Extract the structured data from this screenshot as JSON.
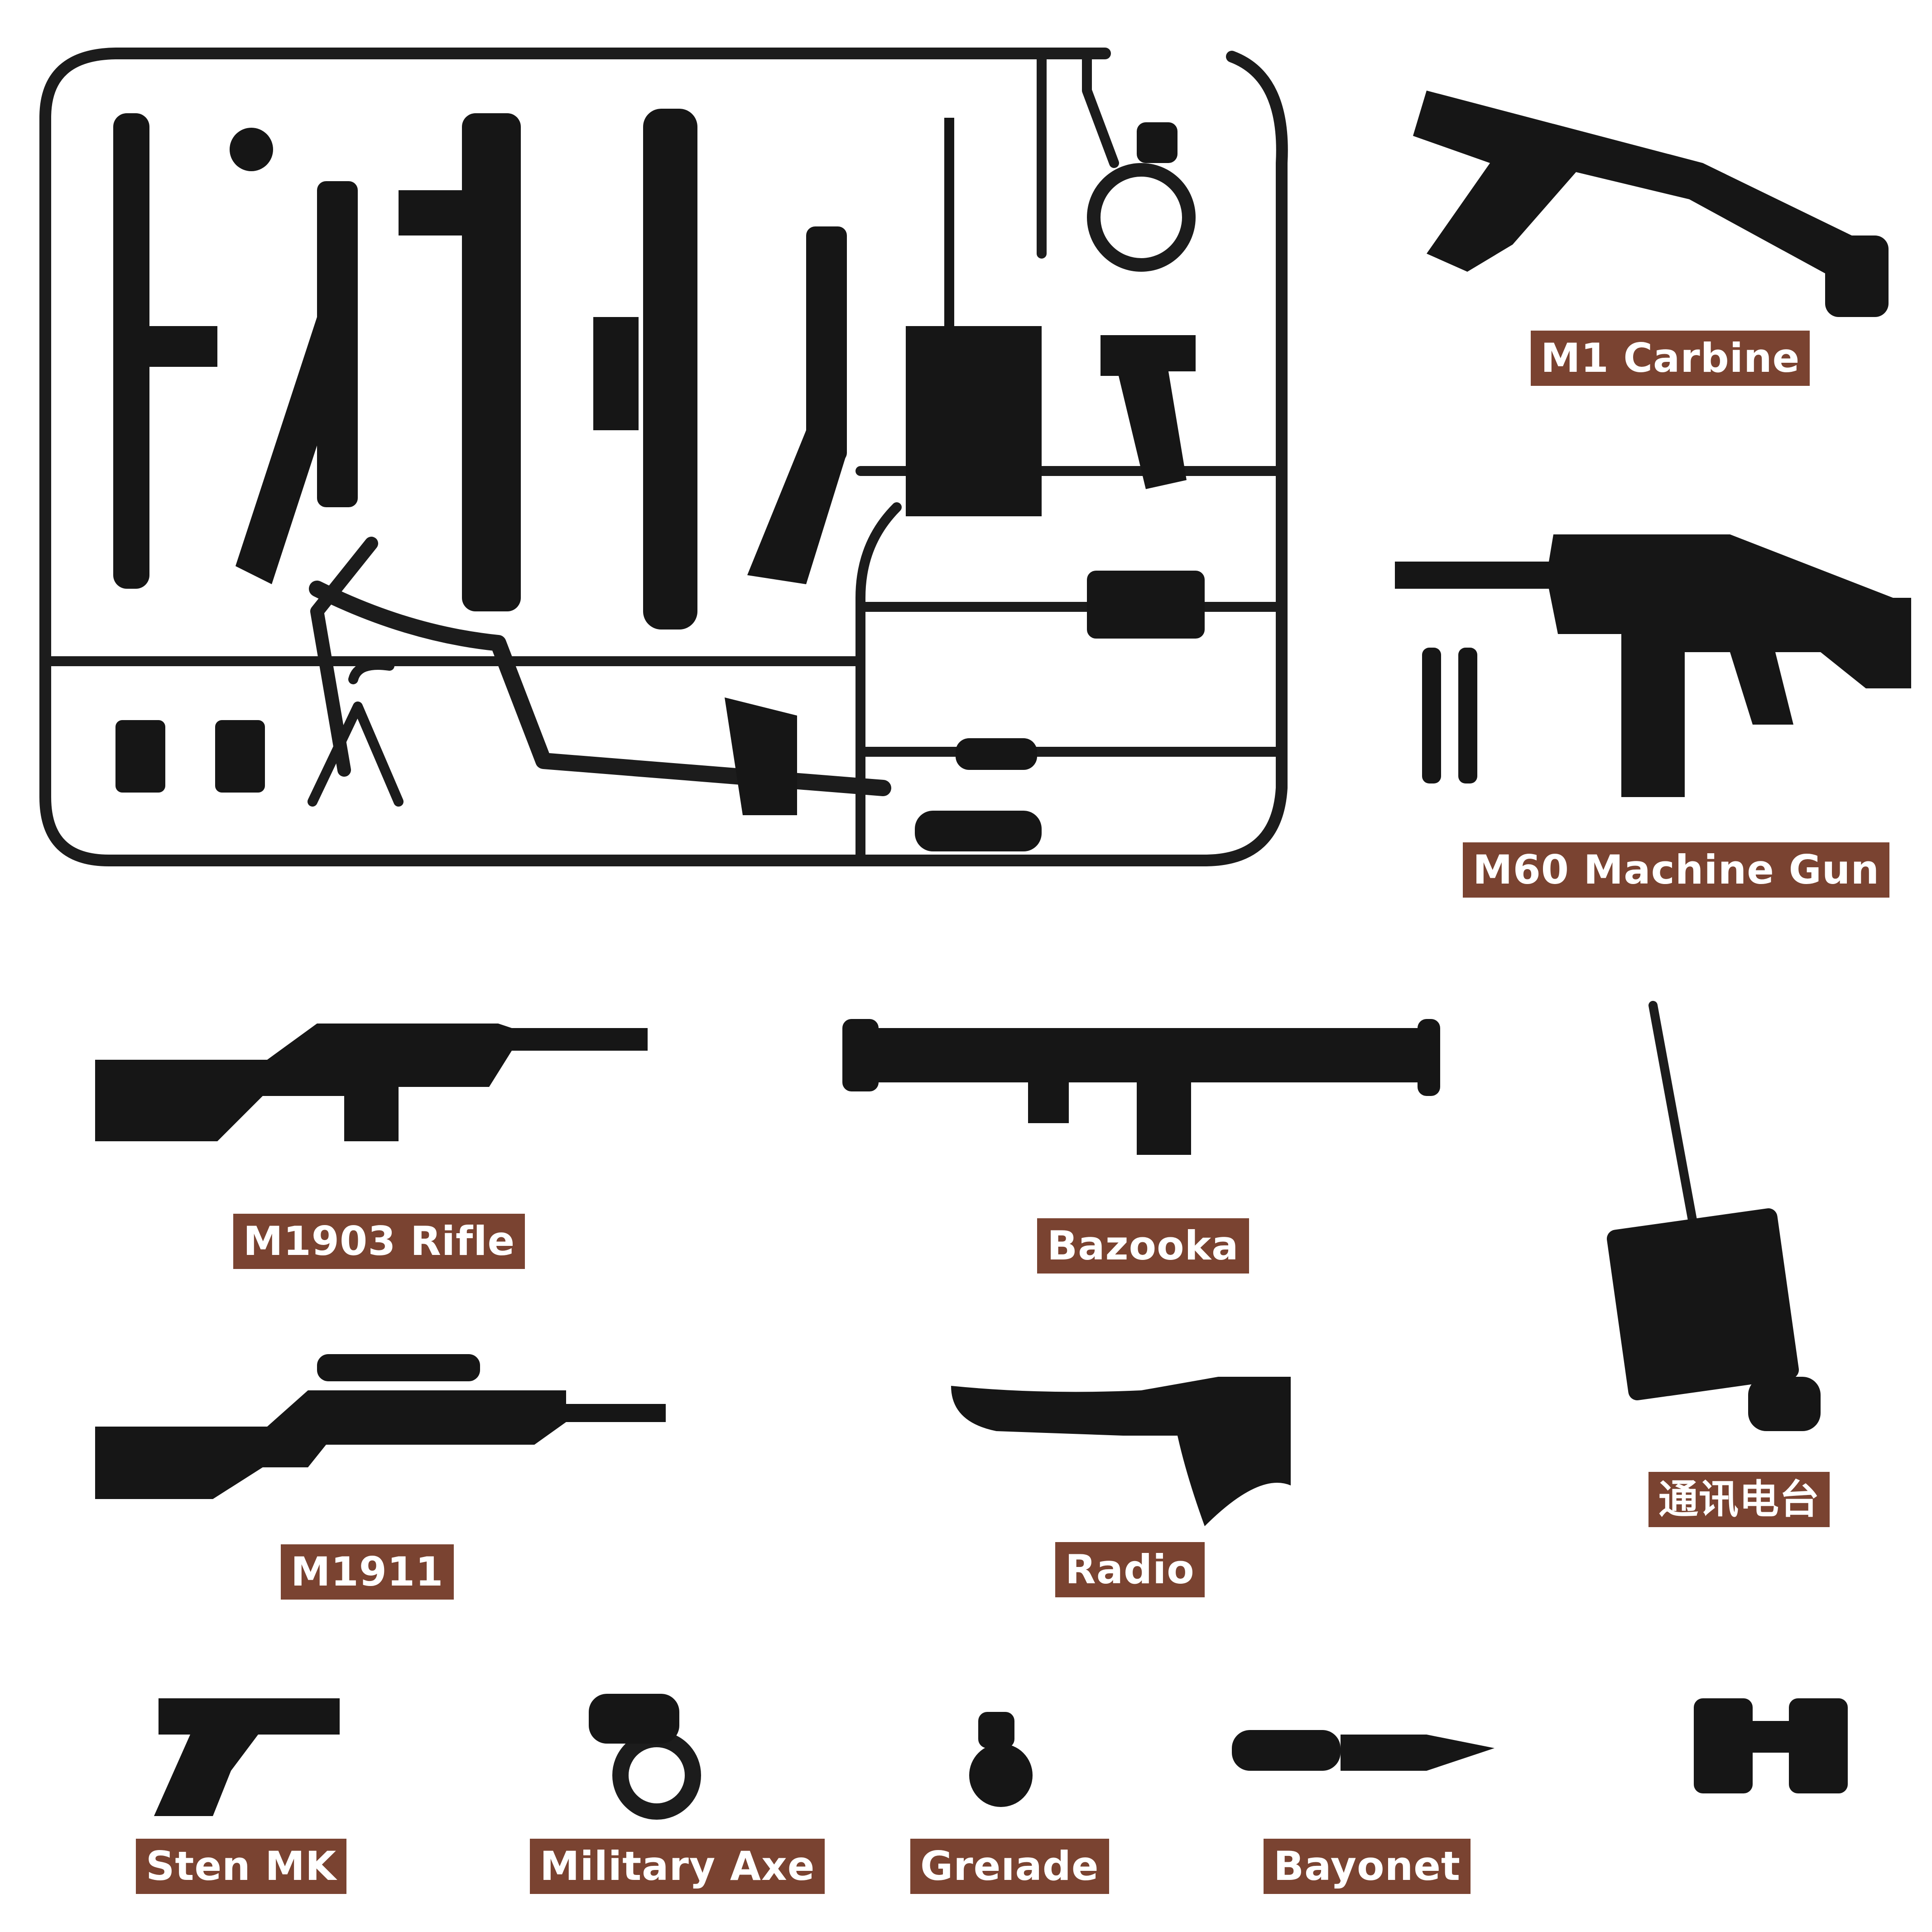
{
  "colors": {
    "background": "#ffffff",
    "label_background": "#7a4331",
    "label_text": "#ffffff",
    "parts": "#161616"
  },
  "labels": {
    "m1_carbine": "M1 Carbine",
    "m60_machine_gun": "M60 Machine Gun",
    "m1903_rifle": "M1903 Rifle",
    "bazooka": "Bazooka",
    "chinese_radio": "通讯电台",
    "m1911": "M1911",
    "radio": "Radio",
    "sten_mk": "Sten MK",
    "military_axe": "Military Axe",
    "grenade": "Greıade",
    "bayonet": "Bayonet"
  },
  "icons": [
    "parts-sprue",
    "submachine-gun",
    "machine-gun",
    "rifle",
    "bazooka",
    "radio-with-antenna",
    "scoped-rifle",
    "axe",
    "pistol",
    "helmet-ring",
    "grenade",
    "knife",
    "binoculars"
  ]
}
